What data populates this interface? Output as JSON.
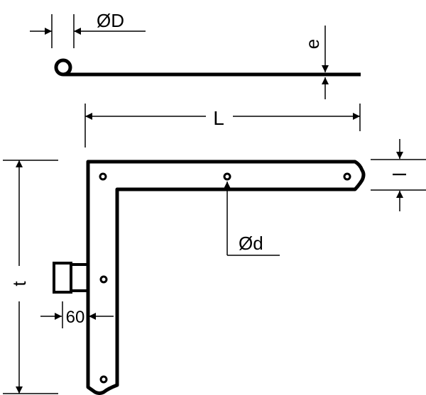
{
  "labels": {
    "outer_diameter": "ØD",
    "thickness": "e",
    "length": "L",
    "width": "l",
    "hole_diameter": "Ød",
    "height": "t",
    "offset": "60"
  },
  "colors": {
    "stroke": "#000000",
    "background": "#ffffff"
  }
}
